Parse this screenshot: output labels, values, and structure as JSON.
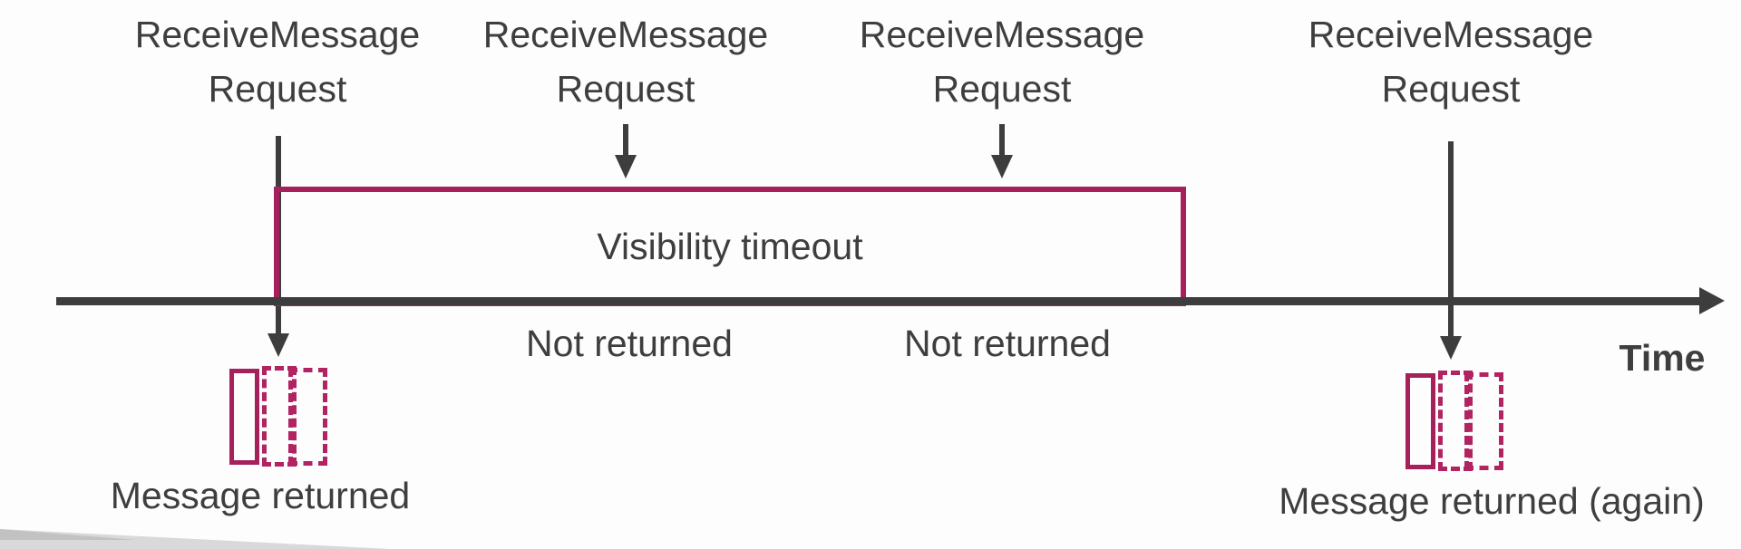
{
  "colors": {
    "accent": "#A6215C",
    "dashed_accent": "#B12361",
    "text": "#3E3E3E",
    "line": "#3D3D3D",
    "wedge": "#D9D9D9"
  },
  "requests": [
    {
      "line1": "ReceiveMessage",
      "line2": "Request"
    },
    {
      "line1": "ReceiveMessage",
      "line2": "Request"
    },
    {
      "line1": "ReceiveMessage",
      "line2": "Request"
    },
    {
      "line1": "ReceiveMessage",
      "line2": "Request"
    }
  ],
  "timeout_box": {
    "label": "Visibility timeout"
  },
  "timeline": {
    "label": "Time"
  },
  "not_returned_labels": [
    "Not returned",
    "Not returned"
  ],
  "captions": {
    "left": "Message returned",
    "right": "Message returned (again)"
  }
}
